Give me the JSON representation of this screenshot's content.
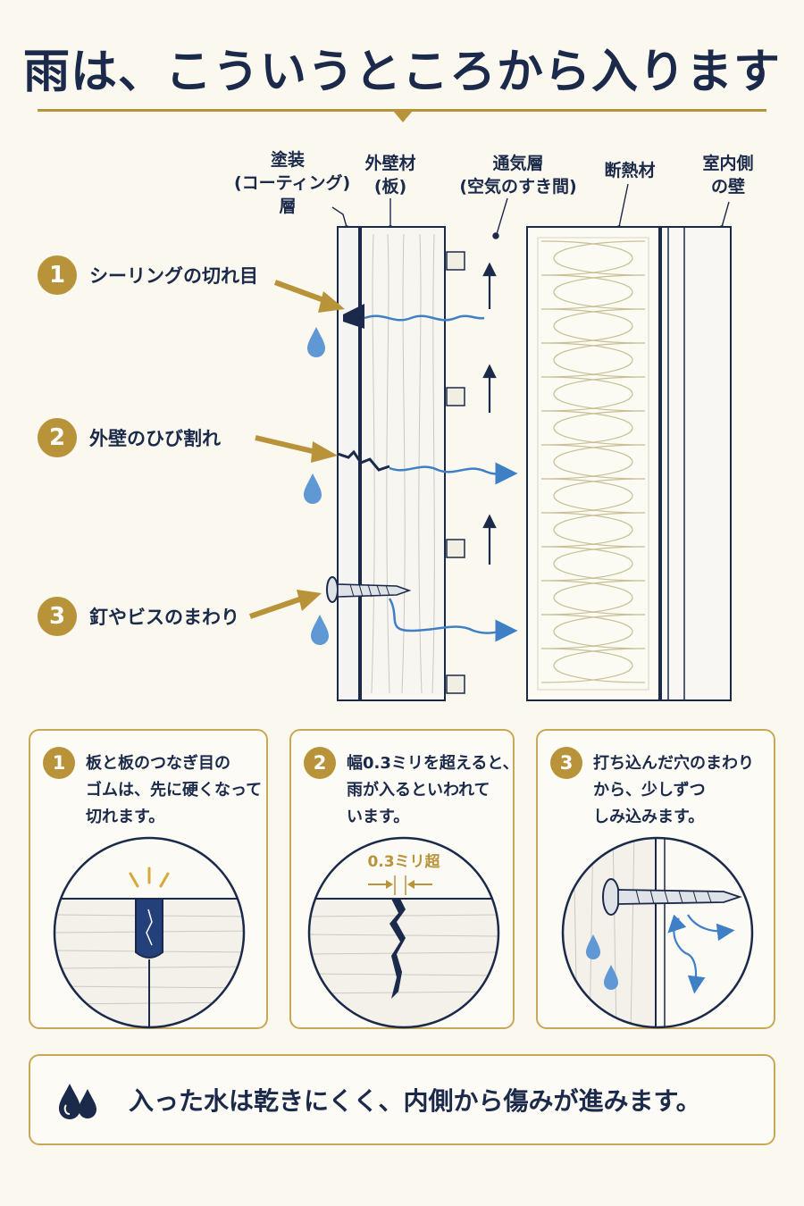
{
  "title": "雨は、こういうところから入ります",
  "layers": {
    "coating": [
      "塗装",
      "(コーティング)",
      "層"
    ],
    "siding": [
      "外壁材",
      "(板)"
    ],
    "air_gap": [
      "通気層",
      "(空気のすき間)"
    ],
    "insulation": [
      "断熱材"
    ],
    "interior_wall": [
      "室内側",
      "の壁"
    ]
  },
  "callouts": [
    {
      "num": "1",
      "label": "シーリングの切れ目"
    },
    {
      "num": "2",
      "label": "外壁のひび割れ"
    },
    {
      "num": "3",
      "label": "釘やビスのまわり"
    }
  ],
  "cards": [
    {
      "num": "1",
      "lines": [
        "板と板のつなぎ目の",
        "ゴムは、先に硬くなって",
        "切れます。"
      ]
    },
    {
      "num": "2",
      "lines": [
        "幅0.3ミリを超えると、",
        "雨が入るといわれて",
        "います。"
      ],
      "gauge_label": "0.3ミリ超"
    },
    {
      "num": "3",
      "lines": [
        "打ち込んだ穴のまわり",
        "から、少しずつ",
        "しみ込みます。"
      ]
    }
  ],
  "note": {
    "text": "入った水は乾きにくく、内側から傷みが進みます。"
  },
  "colors": {
    "navy": "#1b2a4a",
    "gold": "#b8933a",
    "water": "#3f7fc6",
    "paper": "#fbf8ef"
  },
  "icons": [
    "water-drop-icon",
    "arrow-up-icon",
    "nail-icon"
  ]
}
